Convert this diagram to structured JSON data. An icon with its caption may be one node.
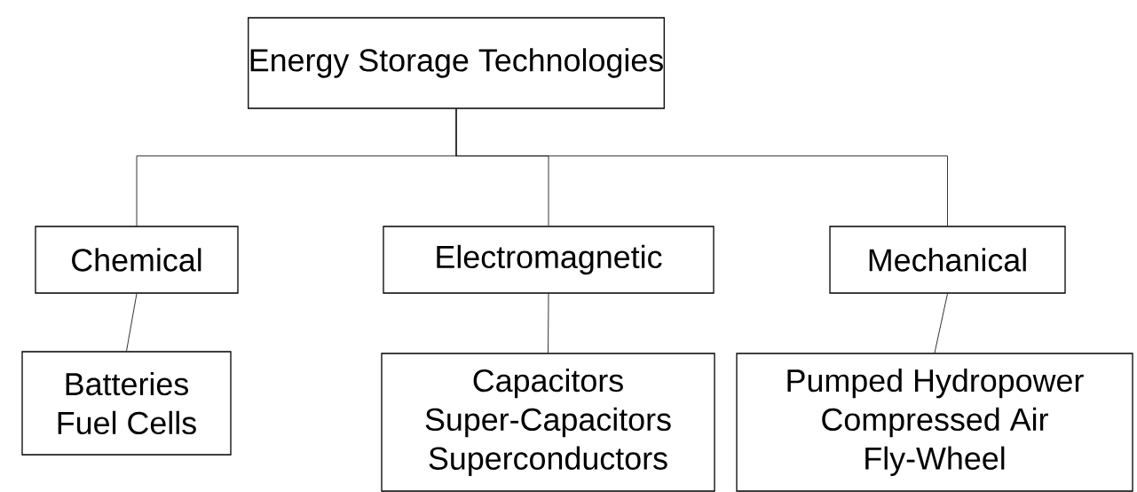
{
  "diagram": {
    "nodes": [
      {
        "text": [
          "Energy Storage Technologies"
        ]
      },
      {
        "text": [
          "Chemical"
        ]
      },
      {
        "text": [
          "Electromagnetic"
        ]
      },
      {
        "text": [
          "Mechanical"
        ]
      },
      {
        "text": [
          "Batteries",
          "Fuel Cells"
        ]
      },
      {
        "text": [
          "Capacitors",
          "Super-Capacitors",
          "Superconductors"
        ]
      },
      {
        "text": [
          "Pumped Hydropower",
          "Compressed Air",
          "Fly-Wheel"
        ]
      }
    ],
    "edges": [
      {
        "from": 0,
        "to": 1,
        "arrow": "none"
      },
      {
        "from": 0,
        "to": 2,
        "arrow": "none"
      },
      {
        "from": 0,
        "to": 3,
        "arrow": "none"
      },
      {
        "from": 1,
        "to": 4,
        "arrow": "none"
      },
      {
        "from": 2,
        "to": 5,
        "arrow": "none"
      },
      {
        "from": 3,
        "to": 6,
        "arrow": "none"
      }
    ]
  }
}
